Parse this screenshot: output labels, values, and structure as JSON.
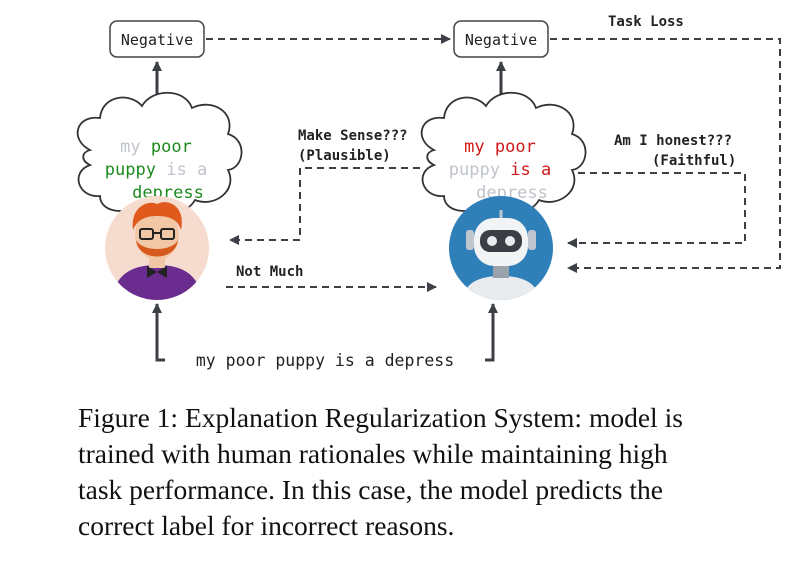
{
  "labels": {
    "human_prediction": "Negative",
    "model_prediction": "Negative",
    "task_loss": "Task Loss",
    "make_sense": "Make Sense???",
    "plausible": "(Plausible)",
    "am_i_honest": "Am I honest???",
    "faithful": "(Faithful)",
    "not_much": "Not Much",
    "input_sentence": "my poor puppy is a depress"
  },
  "human_rationale": [
    {
      "text": "my",
      "highlighted": false
    },
    {
      "text": "poor",
      "highlighted": true
    },
    {
      "text": "puppy",
      "highlighted": true
    },
    {
      "text": "is",
      "highlighted": false
    },
    {
      "text": "a",
      "highlighted": false
    },
    {
      "text": "depress",
      "highlighted": true
    }
  ],
  "model_rationale": [
    {
      "text": "my",
      "highlighted": true
    },
    {
      "text": "poor",
      "highlighted": true
    },
    {
      "text": "puppy",
      "highlighted": false
    },
    {
      "text": "is",
      "highlighted": true
    },
    {
      "text": "a",
      "highlighted": true
    },
    {
      "text": "depress",
      "highlighted": false
    }
  ],
  "colors": {
    "human_highlight": "#1e8a1e",
    "model_highlight": "#d01818",
    "unhighlighted": "#bfc3cb",
    "arrow": "#3c3f45",
    "human_avatar_bg": "#f6dccf",
    "model_avatar_bg": "#2f7fb8"
  },
  "caption": [
    "Figure 1: Explanation Regularization System: model is",
    "trained with human rationales while maintaining high",
    "task performance. In this case, the model predicts the",
    "correct label for incorrect reasons."
  ]
}
